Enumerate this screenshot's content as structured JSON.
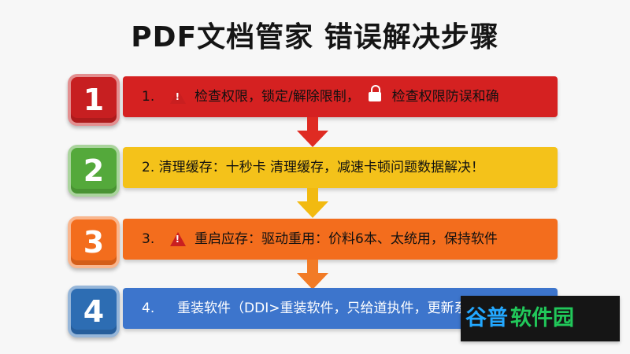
{
  "title": "PDF文档管家 错误解决步骤",
  "colors": {
    "red": "#d52121",
    "yellow": "#f4c21a",
    "orange": "#f36d1d",
    "blue": "#3d75cc",
    "green": "#54a93b",
    "darkblue": "#2d6db3"
  },
  "steps": [
    {
      "number": "1",
      "text_1": "1.",
      "text_2": "检查权限，锁定/解除限制，",
      "text_3": "检查权限防误和确"
    },
    {
      "number": "2",
      "text_1": "2.",
      "text_2": "清理缓存：十秒卡 清理缓存，减速卡顿问题数据解决！"
    },
    {
      "number": "3",
      "text_1": "3.",
      "text_2": "重启应存：驱动重用：价料6本、太统用，保持软件"
    },
    {
      "number": "4",
      "text_1": "4.",
      "text_2": "重装软件（DDI>重装软件，只给道执件，更新系统"
    }
  ],
  "watermark": {
    "part_1": "谷普",
    "part_2": "软件园"
  },
  "icons": {
    "warning": "warning-icon",
    "lock": "lock-icon",
    "arrow": "down-arrow-icon"
  }
}
